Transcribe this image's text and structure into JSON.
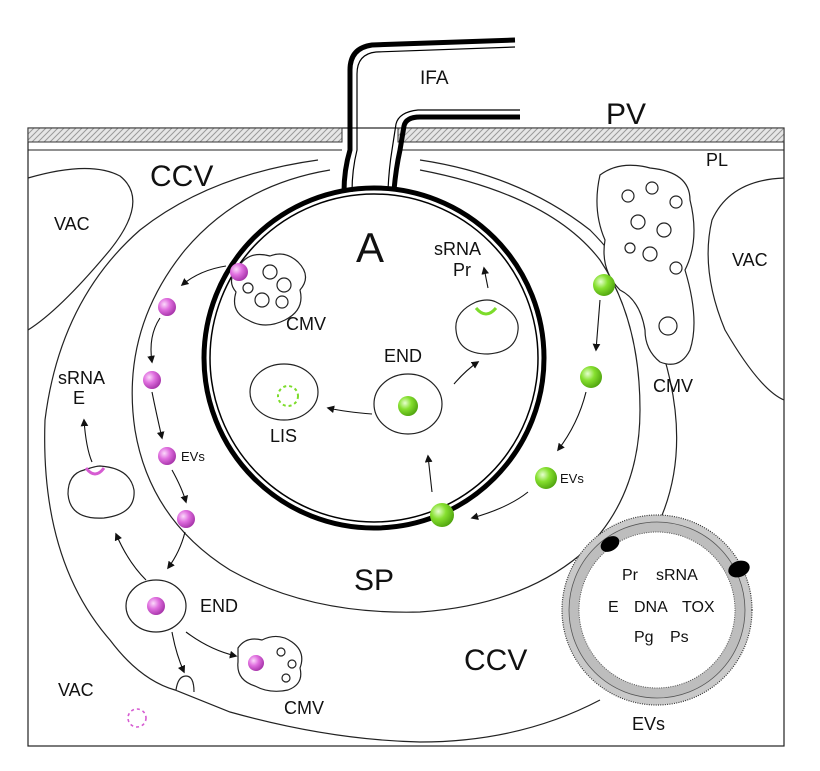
{
  "labels": {
    "IFA": "IFA",
    "PV": "PV",
    "PL": "PL",
    "CCV": "CCV",
    "VAC": "VAC",
    "A": "A",
    "SP": "SP",
    "CMV": "CMV",
    "END": "END",
    "LIS": "LIS",
    "EVs": "EVs",
    "sRNA": "sRNA",
    "Pr": "Pr",
    "E": "E",
    "DNA": "DNA",
    "TOX": "TOX",
    "Pg": "Pg",
    "Ps": "Ps"
  },
  "colors": {
    "magenta": "#d65cd2",
    "green": "#7cdc2a",
    "membrane_gray": "#b9b9b9"
  }
}
